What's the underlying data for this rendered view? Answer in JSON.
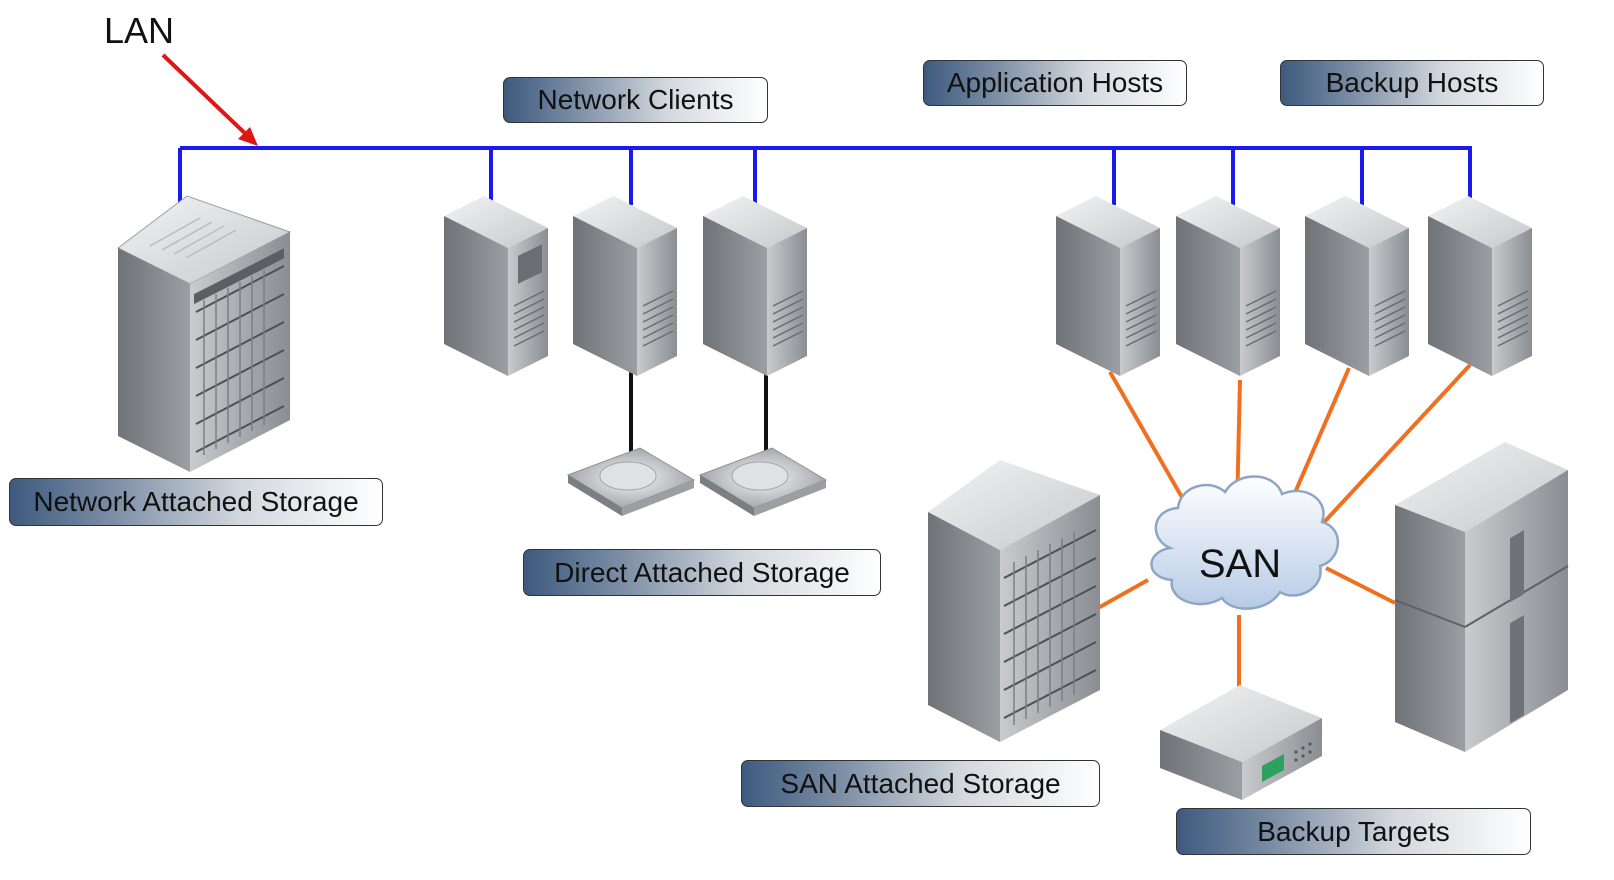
{
  "lan_label": "LAN",
  "san_label": "SAN",
  "labels": {
    "network_clients": "Network Clients",
    "application_hosts": "Application Hosts",
    "backup_hosts": "Backup Hosts",
    "nas": "Network Attached Storage",
    "das": "Direct Attached Storage",
    "san_storage": "SAN Attached Storage",
    "backup_targets": "Backup Targets"
  },
  "colors": {
    "lan_line": "#1a1aee",
    "san_link": "#f07020",
    "das_link": "#111111",
    "lan_arrow": "#e01515"
  }
}
